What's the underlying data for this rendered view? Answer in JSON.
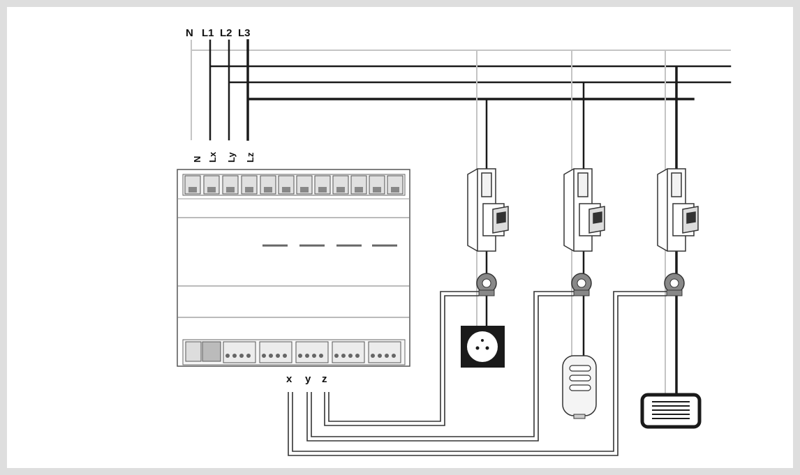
{
  "bus_labels": {
    "n": "N",
    "l1": "L1",
    "l2": "L2",
    "l3": "L3"
  },
  "module_labels": {
    "n": "N",
    "lx": "Lx",
    "ly": "Ly",
    "lz": "Lz"
  },
  "sensor_labels": {
    "x": "x",
    "y": "y",
    "z": "z"
  },
  "colors": {
    "frame": "#dedede",
    "wire_dark": "#1a1a1a",
    "wire_light": "#bdbdbd",
    "device": "#555555"
  },
  "loads": [
    "socket-outlet",
    "water-heater",
    "radiator"
  ]
}
